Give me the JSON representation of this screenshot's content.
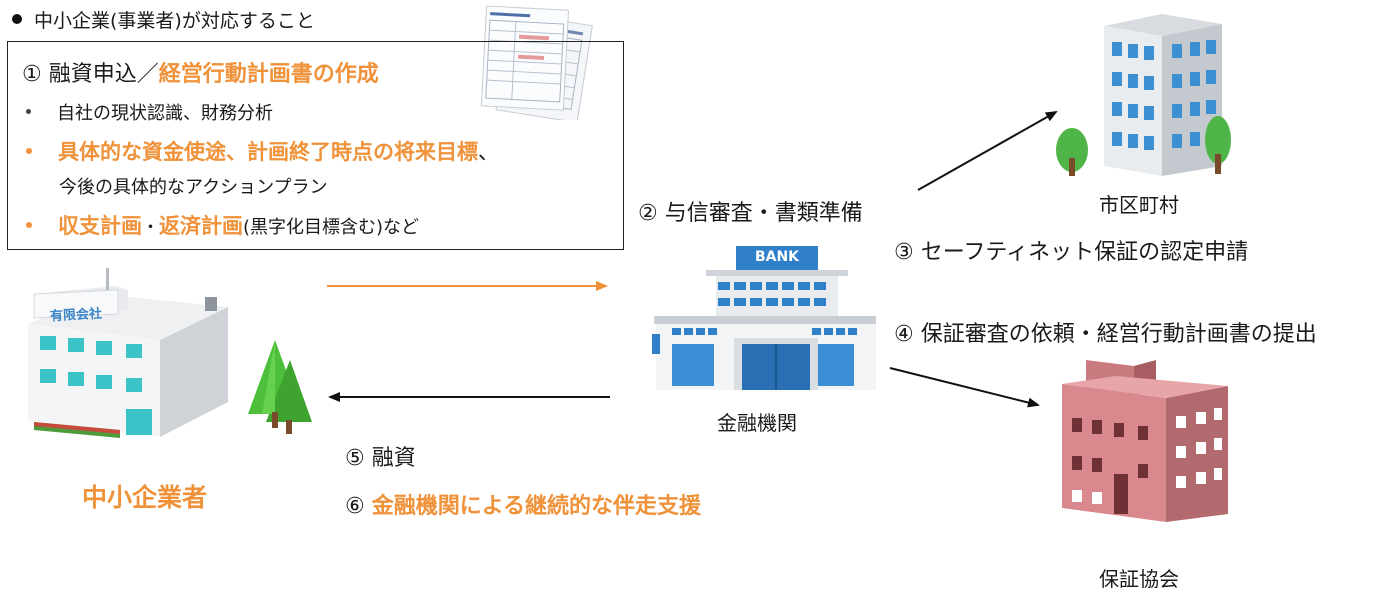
{
  "header": {
    "text": "中小企業(事業者)が対応すること"
  },
  "requirements": {
    "title_prefix": "① 融資申込／",
    "title_highlight": "経営行動計画書の作成",
    "items": [
      {
        "text": "自社の現状認識、財務分析"
      },
      {
        "highlight": "具体的な資金使途、計画終了時点の将来目標",
        "text": "、"
      },
      {
        "text": "今後の具体的なアクションプラン"
      },
      {
        "highlight_a": "収支計画",
        "sep": "・",
        "highlight_b": "返済計画",
        "text": "(黒字化目標含む)など"
      }
    ]
  },
  "entities": {
    "sme": "中小企業者",
    "sme_sign": "有限会社",
    "bank": "金融機関",
    "bank_sign": "BANK",
    "city": "市区町村",
    "guarantee": "保証協会"
  },
  "steps": {
    "s2": "② 与信審査・書類準備",
    "s3": "③ セーフティネット保証の認定申請",
    "s4": "④ 保証審査の依頼・経営行動計画書の提出",
    "s5": "⑤ 融資",
    "s6_prefix": "⑥ ",
    "s6_highlight": "金融機関による継続的な伴走支援"
  },
  "colors": {
    "accent": "#f0923a",
    "text": "#1a1a1a",
    "bank_blue": "#2f80c8"
  }
}
